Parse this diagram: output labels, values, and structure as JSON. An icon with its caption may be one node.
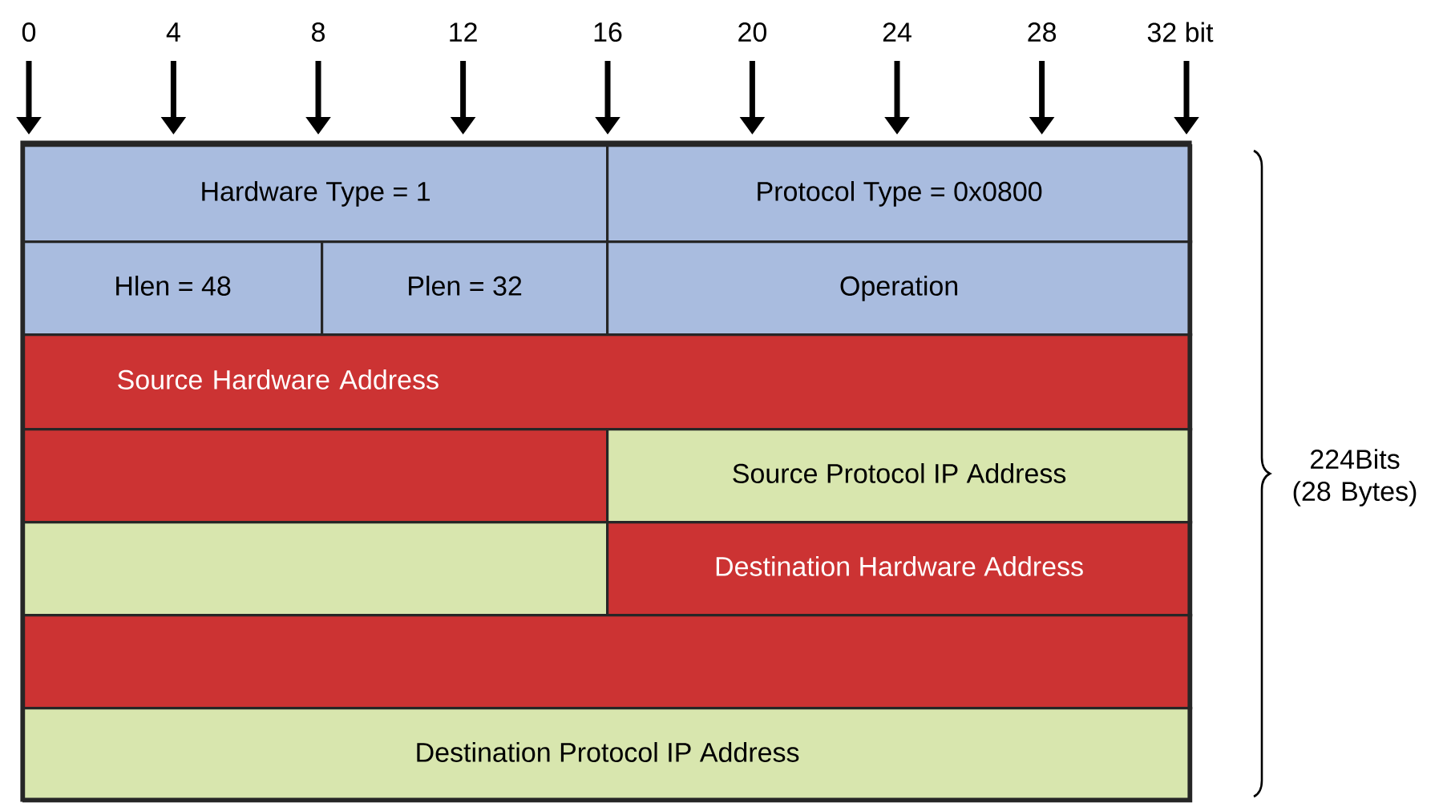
{
  "diagram": {
    "nodes": [
      {
        "text": [
          "Hardware Type = 1"
        ]
      },
      {
        "text": [
          "Protocol Type = 0x0800"
        ]
      },
      {
        "text": [
          "Hlen = 48"
        ]
      },
      {
        "text": [
          "Plen = 32"
        ]
      },
      {
        "text": [
          "Operation"
        ]
      },
      {
        "text": [
          "Source Hardware Address"
        ]
      },
      {
        "text": [],
        "shape": "box"
      },
      {
        "text": [
          "Source Protocol IP Address"
        ]
      },
      {
        "text": [],
        "shape": "box"
      },
      {
        "text": [
          "Destination Hardware Address"
        ]
      },
      {
        "text": [],
        "shape": "box"
      },
      {
        "text": [
          "Destination Protocol IP Address"
        ]
      }
    ],
    "labels": [
      "0",
      "4",
      "8",
      "12",
      "16",
      "20",
      "24",
      "28",
      "32 bit",
      "224Bits (28 Bytes)"
    ]
  }
}
